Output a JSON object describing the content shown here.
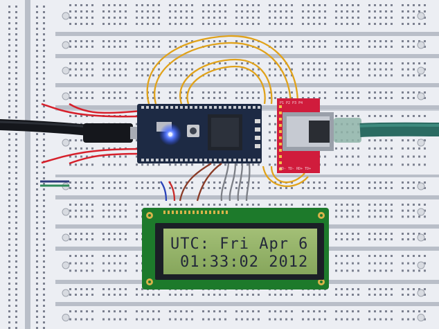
{
  "scene": {
    "subject": "photo",
    "colors": {
      "board_white": "#eceef3",
      "board_shadow": "#b9bec8",
      "hole": "#7c8190",
      "mbed_pcb": "#1d2a44",
      "chip": "#20242c",
      "led_blue": "#2a4dff",
      "wire_orange": "#e0a21a",
      "wire_red": "#d6202b",
      "ethernet_pcb": "#d01c3c",
      "cable_teal": "#2b6b62",
      "lcd_pcb": "#1d7a2b",
      "lcd_screen": "#97b46a"
    }
  },
  "lcd": {
    "line1": "UTC:  Fri Apr  6",
    "line2": "01:33:02 2012"
  }
}
